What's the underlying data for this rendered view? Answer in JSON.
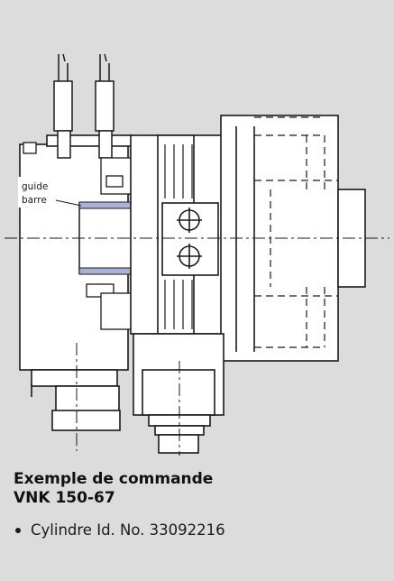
{
  "drawing": {
    "callout_label_line1": "guide",
    "callout_label_line2": "barre",
    "accent_color": "#aab2d6",
    "line_color": "#1a1a1a",
    "background_color": "#dcdcdc"
  },
  "caption": {
    "title_line1": "Exemple de commande",
    "title_line2": "VNK 150-67",
    "items": [
      "Cylindre Id. No. 33092216"
    ]
  }
}
